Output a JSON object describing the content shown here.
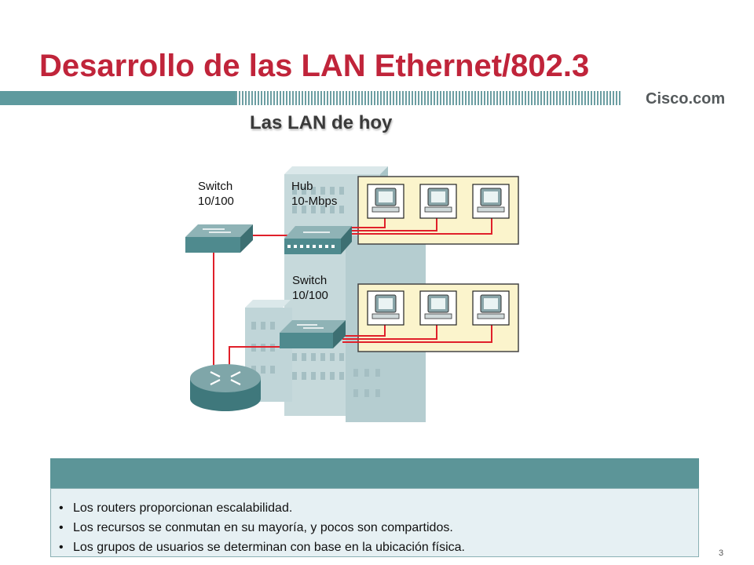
{
  "slide": {
    "title": "Desarrollo de las LAN Ethernet/802.3",
    "logo_text": "Cisco.com",
    "page_number": "3"
  },
  "diagram": {
    "heading": "Las LAN de hoy",
    "labels": {
      "switch_top": "Switch\n10/100",
      "hub": "Hub\n10-Mbps",
      "switch_mid": "Switch\n10/100"
    }
  },
  "info_box": {
    "bullets": [
      "Los routers proporcionan escalabilidad.",
      "Los recursos se conmutan en su mayoría, y pocos son compartidos.",
      "Los grupos de usuarios se determinan con base en la ubicación física."
    ]
  },
  "colors": {
    "title": "#c0243a",
    "teal": "#5e9a9e",
    "cable": "#e0202a",
    "workgroup_fill": "#fbf4cc",
    "building": "#c6d9db"
  },
  "icons": [
    "switch-icon",
    "hub-icon",
    "router-icon",
    "computer-icon",
    "building-icon"
  ]
}
